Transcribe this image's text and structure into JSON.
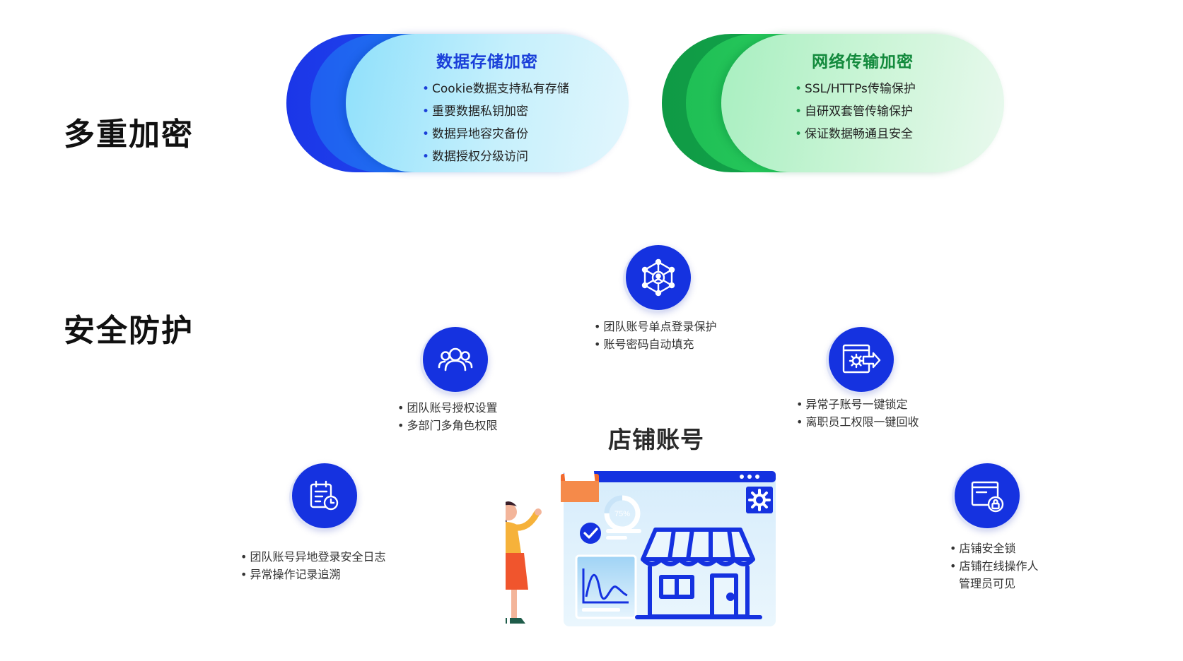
{
  "sections": {
    "encryption_title": "多重加密",
    "protection_title": "安全防护"
  },
  "encryption": {
    "storage": {
      "title": "数据存储加密",
      "items": [
        "Cookie数据支持私有存储",
        "重要数据私钥加密",
        "数据异地容灾备份",
        "数据授权分级访问"
      ]
    },
    "transport": {
      "title": "网络传输加密",
      "items": [
        "SSL/HTTPs传输保护",
        "自研双套管传输保护",
        "保证数据畅通且安全"
      ]
    }
  },
  "protection": {
    "center_title": "店铺账号",
    "features": {
      "sso": {
        "icon": "network-user-icon",
        "items": [
          "团队账号单点登录保护",
          "账号密码自动填充"
        ]
      },
      "team_auth": {
        "icon": "team-users-icon",
        "items": [
          "团队账号授权设置",
          "多部门多角色权限"
        ]
      },
      "lock": {
        "icon": "settings-window-arrow-icon",
        "items": [
          "异常子账号一键锁定",
          "离职员工权限一键回收"
        ]
      },
      "log": {
        "icon": "calendar-clock-icon",
        "items": [
          "团队账号异地登录安全日志",
          "异常操作记录追溯"
        ]
      },
      "shop_lock": {
        "icon": "window-lock-icon",
        "items": [
          "店铺安全锁",
          "店铺在线操作人",
          "管理员可见"
        ]
      }
    },
    "illustration": {
      "progress_label": "75%",
      "progress": 0.75
    }
  },
  "colors": {
    "primary_blue": "#1532e0",
    "green": "#1aa34a"
  }
}
